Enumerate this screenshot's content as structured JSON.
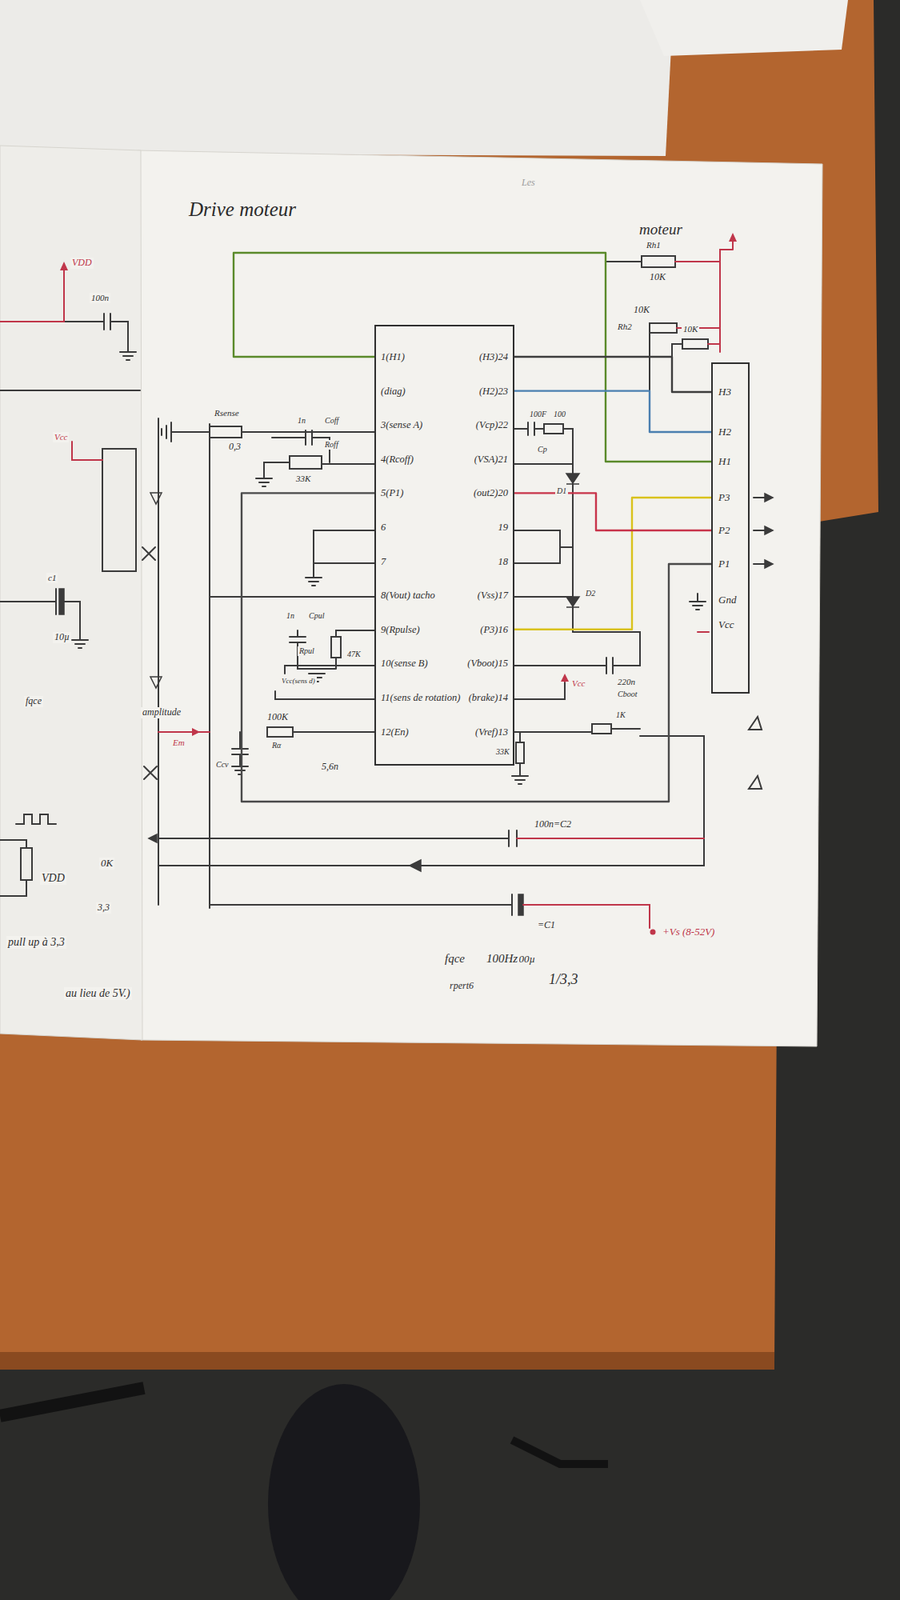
{
  "diagram": {
    "title": "Drive moteur",
    "nodes": [
      {
        "text": [
          "1(H1)",
          "(diag)",
          "3(sense A)",
          "4(Rcoff)",
          "5(P1)",
          "6",
          "7",
          "8(Vout) tacho",
          "9(Rpulse)",
          "10(sense B)",
          "11(sens de rotation)",
          "12(En)",
          "(H3)24",
          "(H2)23",
          "(Vcp)22",
          "(VSA)21",
          "(out2)20",
          "19",
          "18",
          "(Vss)17",
          "(P3)16",
          "(Vboot)15",
          "(brake)14",
          "(Vref)13"
        ]
      },
      {
        "text": [
          "moteur",
          "H3",
          "H2",
          "H1",
          "P3",
          "P2",
          "P1",
          "Gnd",
          "Vcc"
        ]
      }
    ],
    "edges": [
      {
        "from": 0,
        "to": 1,
        "arrow": "none"
      },
      {
        "from": 0,
        "to": 1,
        "arrow": "none"
      },
      {
        "from": 0,
        "to": 1,
        "arrow": "none"
      },
      {
        "from": 0,
        "to": 1,
        "arrow": "none"
      },
      {
        "from": 0,
        "to": 1,
        "arrow": "none"
      },
      {
        "from": 0,
        "to": 1,
        "arrow": "none"
      }
    ],
    "labels": [
      "Les",
      "Rh1",
      "10K",
      "10K",
      "Rh2",
      "10K",
      "Rsense",
      "0,3",
      "1n",
      "Coff",
      "Roff",
      "33K",
      "1n",
      "Cpul",
      "Rpul",
      "47K",
      "Vcc(sens d)",
      "100K",
      "Rα",
      "Ccv",
      "5,6n",
      "amplitude",
      "Em",
      "100F",
      "100",
      "Cp",
      "D1",
      "D2",
      "Vcc",
      "220n",
      "Cboot",
      "33K",
      "1K",
      "100n=C2",
      "=C1",
      "100µ",
      "+Vs (8-52V)",
      "fqce",
      "100Hz",
      "rpert6",
      "1/3,3",
      "VDD",
      "100n",
      "Vcc",
      "c1",
      "10µ",
      "fqce",
      "0K",
      "VDD",
      "3,3",
      "pull up à 3,3",
      "au lieu de 5V.)"
    ]
  }
}
